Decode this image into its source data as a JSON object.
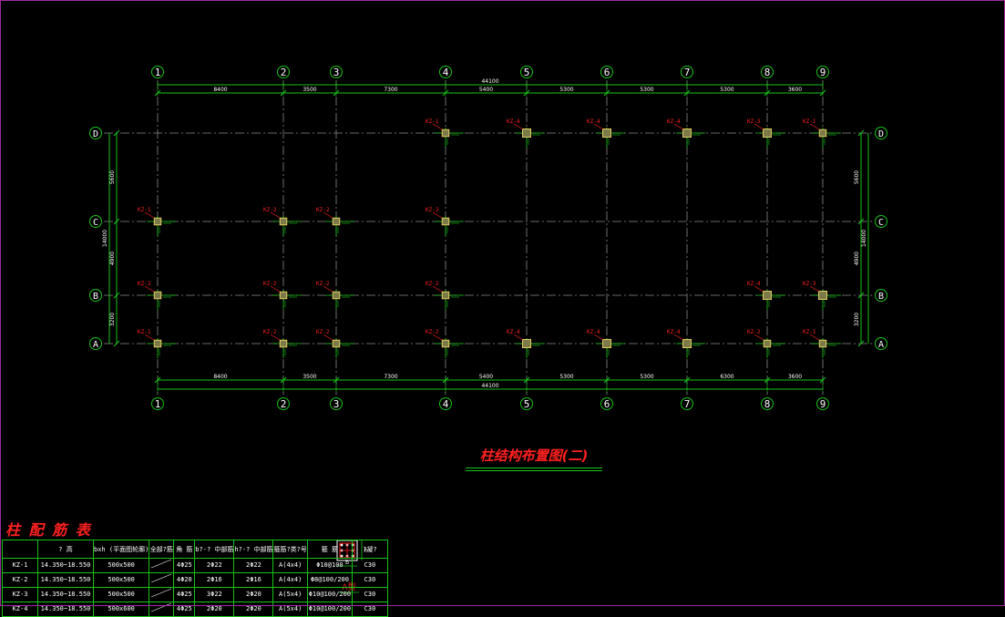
{
  "drawing": {
    "title": "柱结构布置图(二)",
    "columns_axis": [
      "1",
      "2",
      "3",
      "4",
      "5",
      "6",
      "7",
      "8",
      "9"
    ],
    "rows_axis": [
      "D",
      "C",
      "B",
      "A"
    ],
    "top_spans": [
      "8400",
      "3500",
      "7300",
      "5400",
      "5300",
      "5300",
      "5300",
      "3600"
    ],
    "bottom_spans": [
      "8400",
      "3500",
      "7300",
      "5400",
      "5300",
      "5300",
      "6300",
      "3600"
    ],
    "total_length": "44100",
    "left_spans": [
      "5600",
      "4900",
      "3200"
    ],
    "left_total": "14000",
    "right_spans": [
      "5600",
      "4900",
      "3200"
    ],
    "right_total": "14000",
    "column_tags": {
      "D": [
        "",
        "",
        "",
        "KZ-1",
        "KZ-4",
        "KZ-4",
        "KZ-4",
        "KZ-3",
        "KZ-1"
      ],
      "C": [
        "KZ-1",
        "KZ-2",
        "KZ-2",
        "KZ-2",
        "",
        "",
        "",
        "",
        ""
      ],
      "B": [
        "KZ-2",
        "KZ-2",
        "KZ-2",
        "KZ-2",
        "",
        "",
        "",
        "KZ-4",
        "KZ-3"
      ],
      "A": [
        "KZ-1",
        "KZ-2",
        "KZ-2",
        "KZ-2",
        "KZ-4",
        "KZ-4",
        "KZ-4",
        "KZ-2",
        "KZ-1"
      ]
    }
  },
  "rebar_table": {
    "title": "柱 配 筋 表",
    "headers": [
      "",
      "? 高",
      "bxh (平面图轮廓)",
      "全部?筋",
      "角 筋",
      "b?-? 中部筋",
      "h?-? 中部筋",
      "箍筋?类?号",
      "箍 筋",
      "?凝?"
    ],
    "rows": [
      [
        "KZ-1",
        "14.350~18.550",
        "500x500",
        "",
        "4Φ25",
        "2Φ22",
        "2Φ22",
        "A(4x4)",
        "Φ10@100",
        "C30"
      ],
      [
        "KZ-2",
        "14.350~18.550",
        "500x500",
        "",
        "4Φ20",
        "2Φ16",
        "2Φ16",
        "A(4x4)",
        "Φ8@100/200",
        "C30"
      ],
      [
        "KZ-3",
        "14.350~18.550",
        "500x500",
        "",
        "4Φ25",
        "3Φ22",
        "2Φ20",
        "A(5x4)",
        "Φ10@100/200",
        "C30"
      ],
      [
        "KZ-4",
        "14.350~18.550",
        "500x600",
        "",
        "4Φ25",
        "2Φ20",
        "2Φ20",
        "A(5x4)",
        "Φ10@100/200",
        "C30"
      ]
    ]
  },
  "legend": {
    "label": "A型",
    "b_label": "b",
    "h_label": "h"
  }
}
